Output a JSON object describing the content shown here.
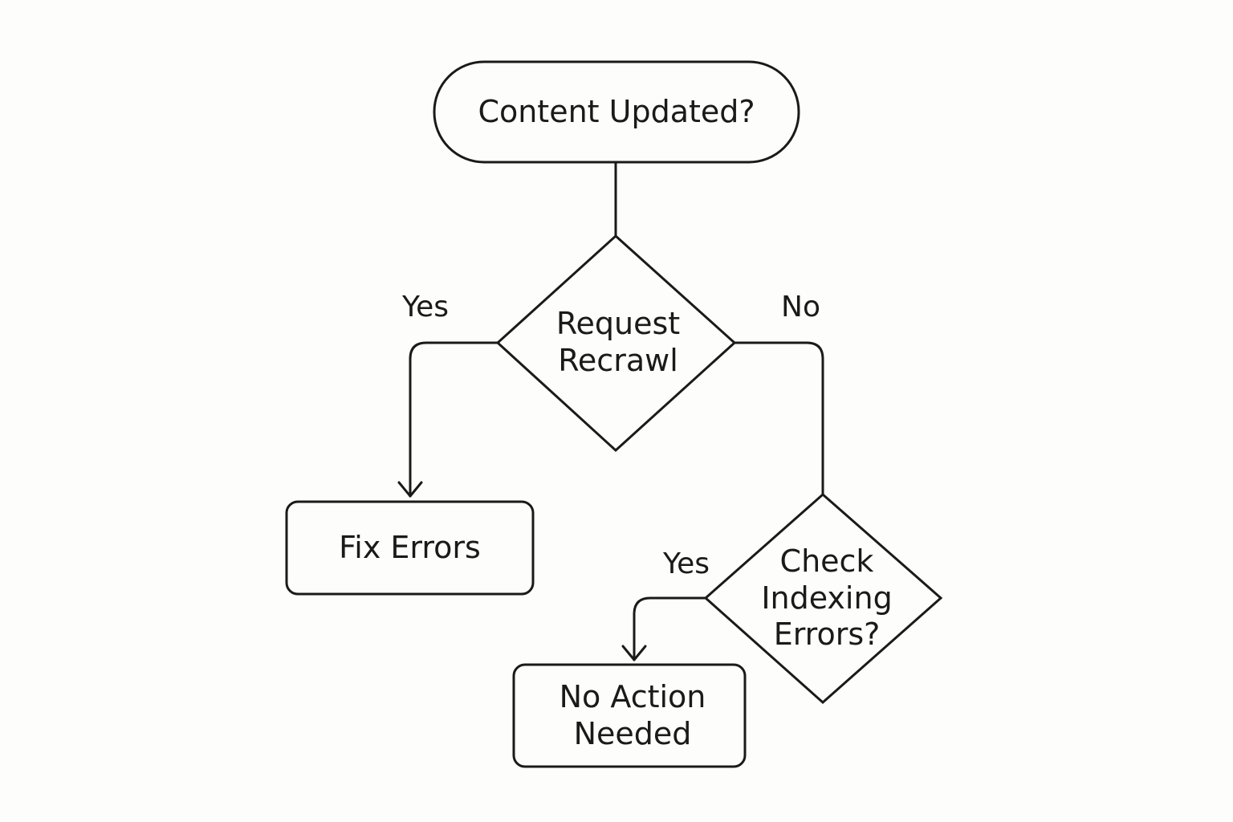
{
  "nodes": {
    "start": {
      "text": "Content Updated?",
      "shape": "terminal"
    },
    "decision_recrawl": {
      "text": "Request\nRecrawl",
      "shape": "decision"
    },
    "fix_errors": {
      "text": "Fix Errors",
      "shape": "process"
    },
    "decision_indexing": {
      "text": "Check\nIndexing\nErrors?",
      "shape": "decision"
    },
    "no_action": {
      "text": "No Action\nNeeded",
      "shape": "process"
    }
  },
  "edges": {
    "recrawl_yes": {
      "from": "decision_recrawl",
      "to": "fix_errors",
      "label": "Yes"
    },
    "recrawl_no": {
      "from": "decision_recrawl",
      "to": "decision_indexing",
      "label": "No"
    },
    "indexing_yes": {
      "from": "decision_indexing",
      "to": "no_action",
      "label": "Yes"
    },
    "start_to_recrawl": {
      "from": "start",
      "to": "decision_recrawl",
      "label": ""
    }
  },
  "colors": {
    "stroke": "#1a1a1a",
    "background": "#fdfdfb"
  }
}
